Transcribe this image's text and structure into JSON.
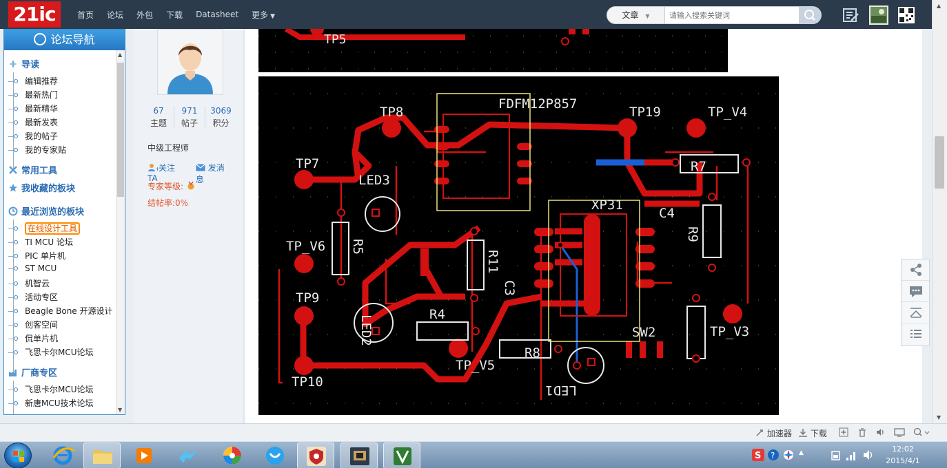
{
  "site": {
    "logo": "21ic"
  },
  "nav": {
    "items": [
      "首页",
      "论坛",
      "外包",
      "下载",
      "Datasheet"
    ],
    "more": "更多"
  },
  "search": {
    "type": "文章",
    "placeholder": "请输入搜索关键词"
  },
  "sidebar": {
    "title": "论坛导航",
    "sections": [
      {
        "title": "导读",
        "icon": "compass-icon",
        "items": [
          "编辑推荐",
          "最新热门",
          "最新精华",
          "最新发表",
          "我的帖子",
          "我的专家贴"
        ]
      },
      {
        "title": "常用工具",
        "icon": "tools-icon",
        "items": []
      },
      {
        "title": "我收藏的板块",
        "icon": "star-icon",
        "items": []
      },
      {
        "title": "最近浏览的板块",
        "icon": "clock-icon",
        "items": [
          "在线设计工具",
          "TI MCU 论坛",
          "PIC 单片机",
          "ST MCU",
          "机智云",
          "活动专区",
          "Beagle Bone 开源设计",
          "创客空间",
          "侃单片机",
          "飞思卡尔MCU论坛"
        ],
        "active": "在线设计工具"
      },
      {
        "title": "厂商专区",
        "icon": "factory-icon",
        "items": [
          "飞思卡尔MCU论坛",
          "新唐MCU技术论坛"
        ]
      }
    ]
  },
  "profile": {
    "stats": [
      {
        "value": "67",
        "label": "主题"
      },
      {
        "value": "971",
        "label": "帖子"
      },
      {
        "value": "3069",
        "label": "积分"
      }
    ],
    "rank": "中级工程师",
    "follow": "关注TA",
    "message": "发消息",
    "expert_level": "专家等级:",
    "close_rate": "结帖率:0%"
  },
  "pcb": {
    "top_labels": [
      "TP5"
    ],
    "labels": [
      "TP8",
      "FDFM12P857",
      "TP19",
      "TP_V4",
      "TP7",
      "LED3",
      "R7",
      "XP31",
      "C4",
      "R5",
      "R9",
      "TP_V6",
      "R11",
      "C3",
      "TP9",
      "R4",
      "SW2",
      "TP_V3",
      "LED2",
      "R8",
      "TP_V5",
      "TP10",
      "LED1"
    ]
  },
  "statusbar": {
    "accelerator": "加速器",
    "download": "下载"
  },
  "clock": {
    "time": "12:02",
    "date": "2015/4/1"
  }
}
